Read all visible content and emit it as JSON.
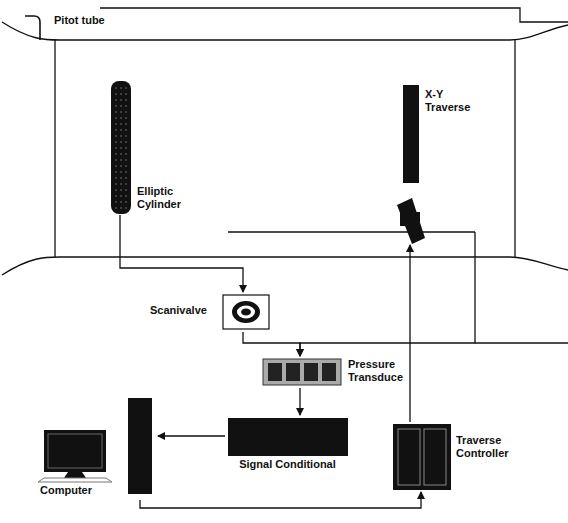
{
  "diagram": {
    "nodes": [
      {
        "text": [
          "Elliptic Cylinder"
        ]
      },
      {
        "text": [
          "X-Y Traverse"
        ]
      },
      {
        "text": [
          "Scanivalve"
        ]
      },
      {
        "text": [
          "Pressure Transduce"
        ]
      },
      {
        "text": [
          "Signal Conditional"
        ]
      },
      {
        "text": [
          "Computer"
        ]
      },
      {
        "text": [
          "Traverse Controller"
        ]
      }
    ],
    "edges": [
      {
        "from": 0,
        "to": 2,
        "arrow": "to"
      },
      {
        "from": 2,
        "to": 3,
        "arrow": "to"
      },
      {
        "from": 1,
        "to": 3,
        "arrow": "to"
      },
      {
        "from": 3,
        "to": 4,
        "arrow": "to"
      },
      {
        "from": 4,
        "to": 5,
        "arrow": "to"
      },
      {
        "from": 5,
        "to": 6,
        "arrow": "to"
      },
      {
        "from": 6,
        "to": 1,
        "arrow": "to"
      }
    ],
    "labels": [
      "Pitot tube"
    ]
  }
}
